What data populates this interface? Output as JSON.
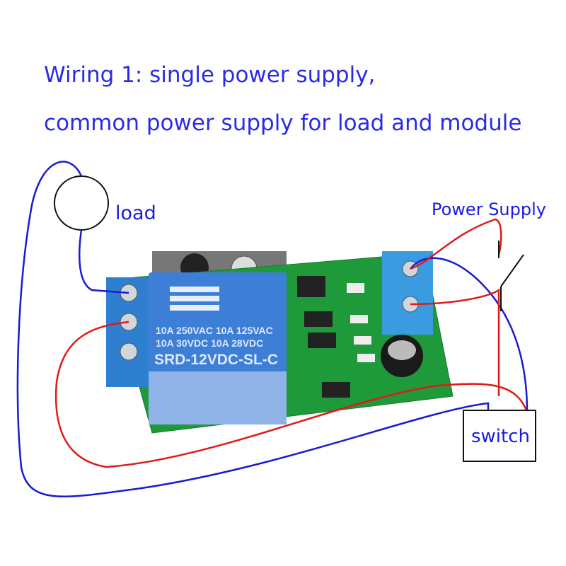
{
  "title": {
    "line1": "Wiring 1: single power supply,",
    "line2": "common power supply for load and module"
  },
  "labels": {
    "load": "load",
    "power_supply": "Power Supply",
    "switch": "switch"
  },
  "relay": {
    "rating1": "10A 250VAC  10A 125VAC",
    "rating2": "10A  30VDC  10A  28VDC",
    "model": "SRD-12VDC-SL-C"
  },
  "colors": {
    "title": "#2b2be6",
    "wire_positive": "#e01818",
    "wire_negative": "#1a1ad0",
    "pcb": "#1f9a3a",
    "relay": "#3d7fd6",
    "terminal": "#2f7fd0"
  }
}
